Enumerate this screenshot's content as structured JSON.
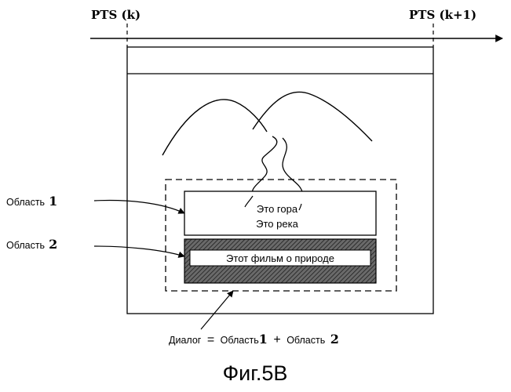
{
  "time_axis": {
    "start_label": "PTS (k)",
    "end_label": "PTS (k+1)"
  },
  "screen": {
    "area1_label": "Область",
    "area1_num": "1",
    "area2_label": "Область",
    "area2_num": "2",
    "area1_line1": "Это гора",
    "area1_line2": "Это река",
    "area2_text": "Этот фильм о природе",
    "dialog_word": "Диалог",
    "dialog_eq": "=",
    "dialog_a1": "Область",
    "dialog_n1": "1",
    "dialog_plus": "+",
    "dialog_a2": "Область",
    "dialog_n2": "2"
  },
  "caption": "Фиг.5B"
}
